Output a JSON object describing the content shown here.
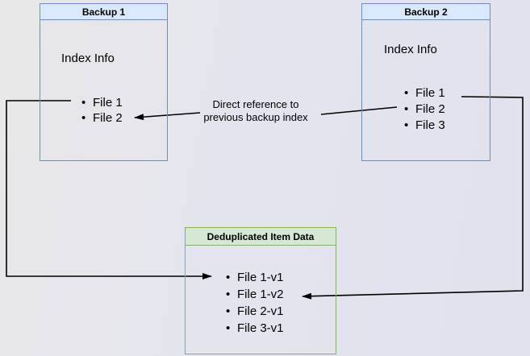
{
  "colors": {
    "blue_border": "#6c8ebf",
    "blue_fill": "#dae8fc",
    "green_border": "#82b366",
    "green_fill": "#d5e8d4",
    "arrow": "#000000"
  },
  "backup1": {
    "title": "Backup 1",
    "subtitle": "Index Info",
    "items": [
      "File 1",
      "File 2"
    ]
  },
  "backup2": {
    "title": "Backup 2",
    "subtitle": "Index Info",
    "items": [
      "File 1",
      "File 2",
      "File 3"
    ]
  },
  "dedup": {
    "title": "Deduplicated Item Data",
    "items": [
      "File 1-v1",
      "File 1-v2",
      "File 2-v1",
      "File 3-v1"
    ]
  },
  "annotation": "Direct reference to previous backup index"
}
